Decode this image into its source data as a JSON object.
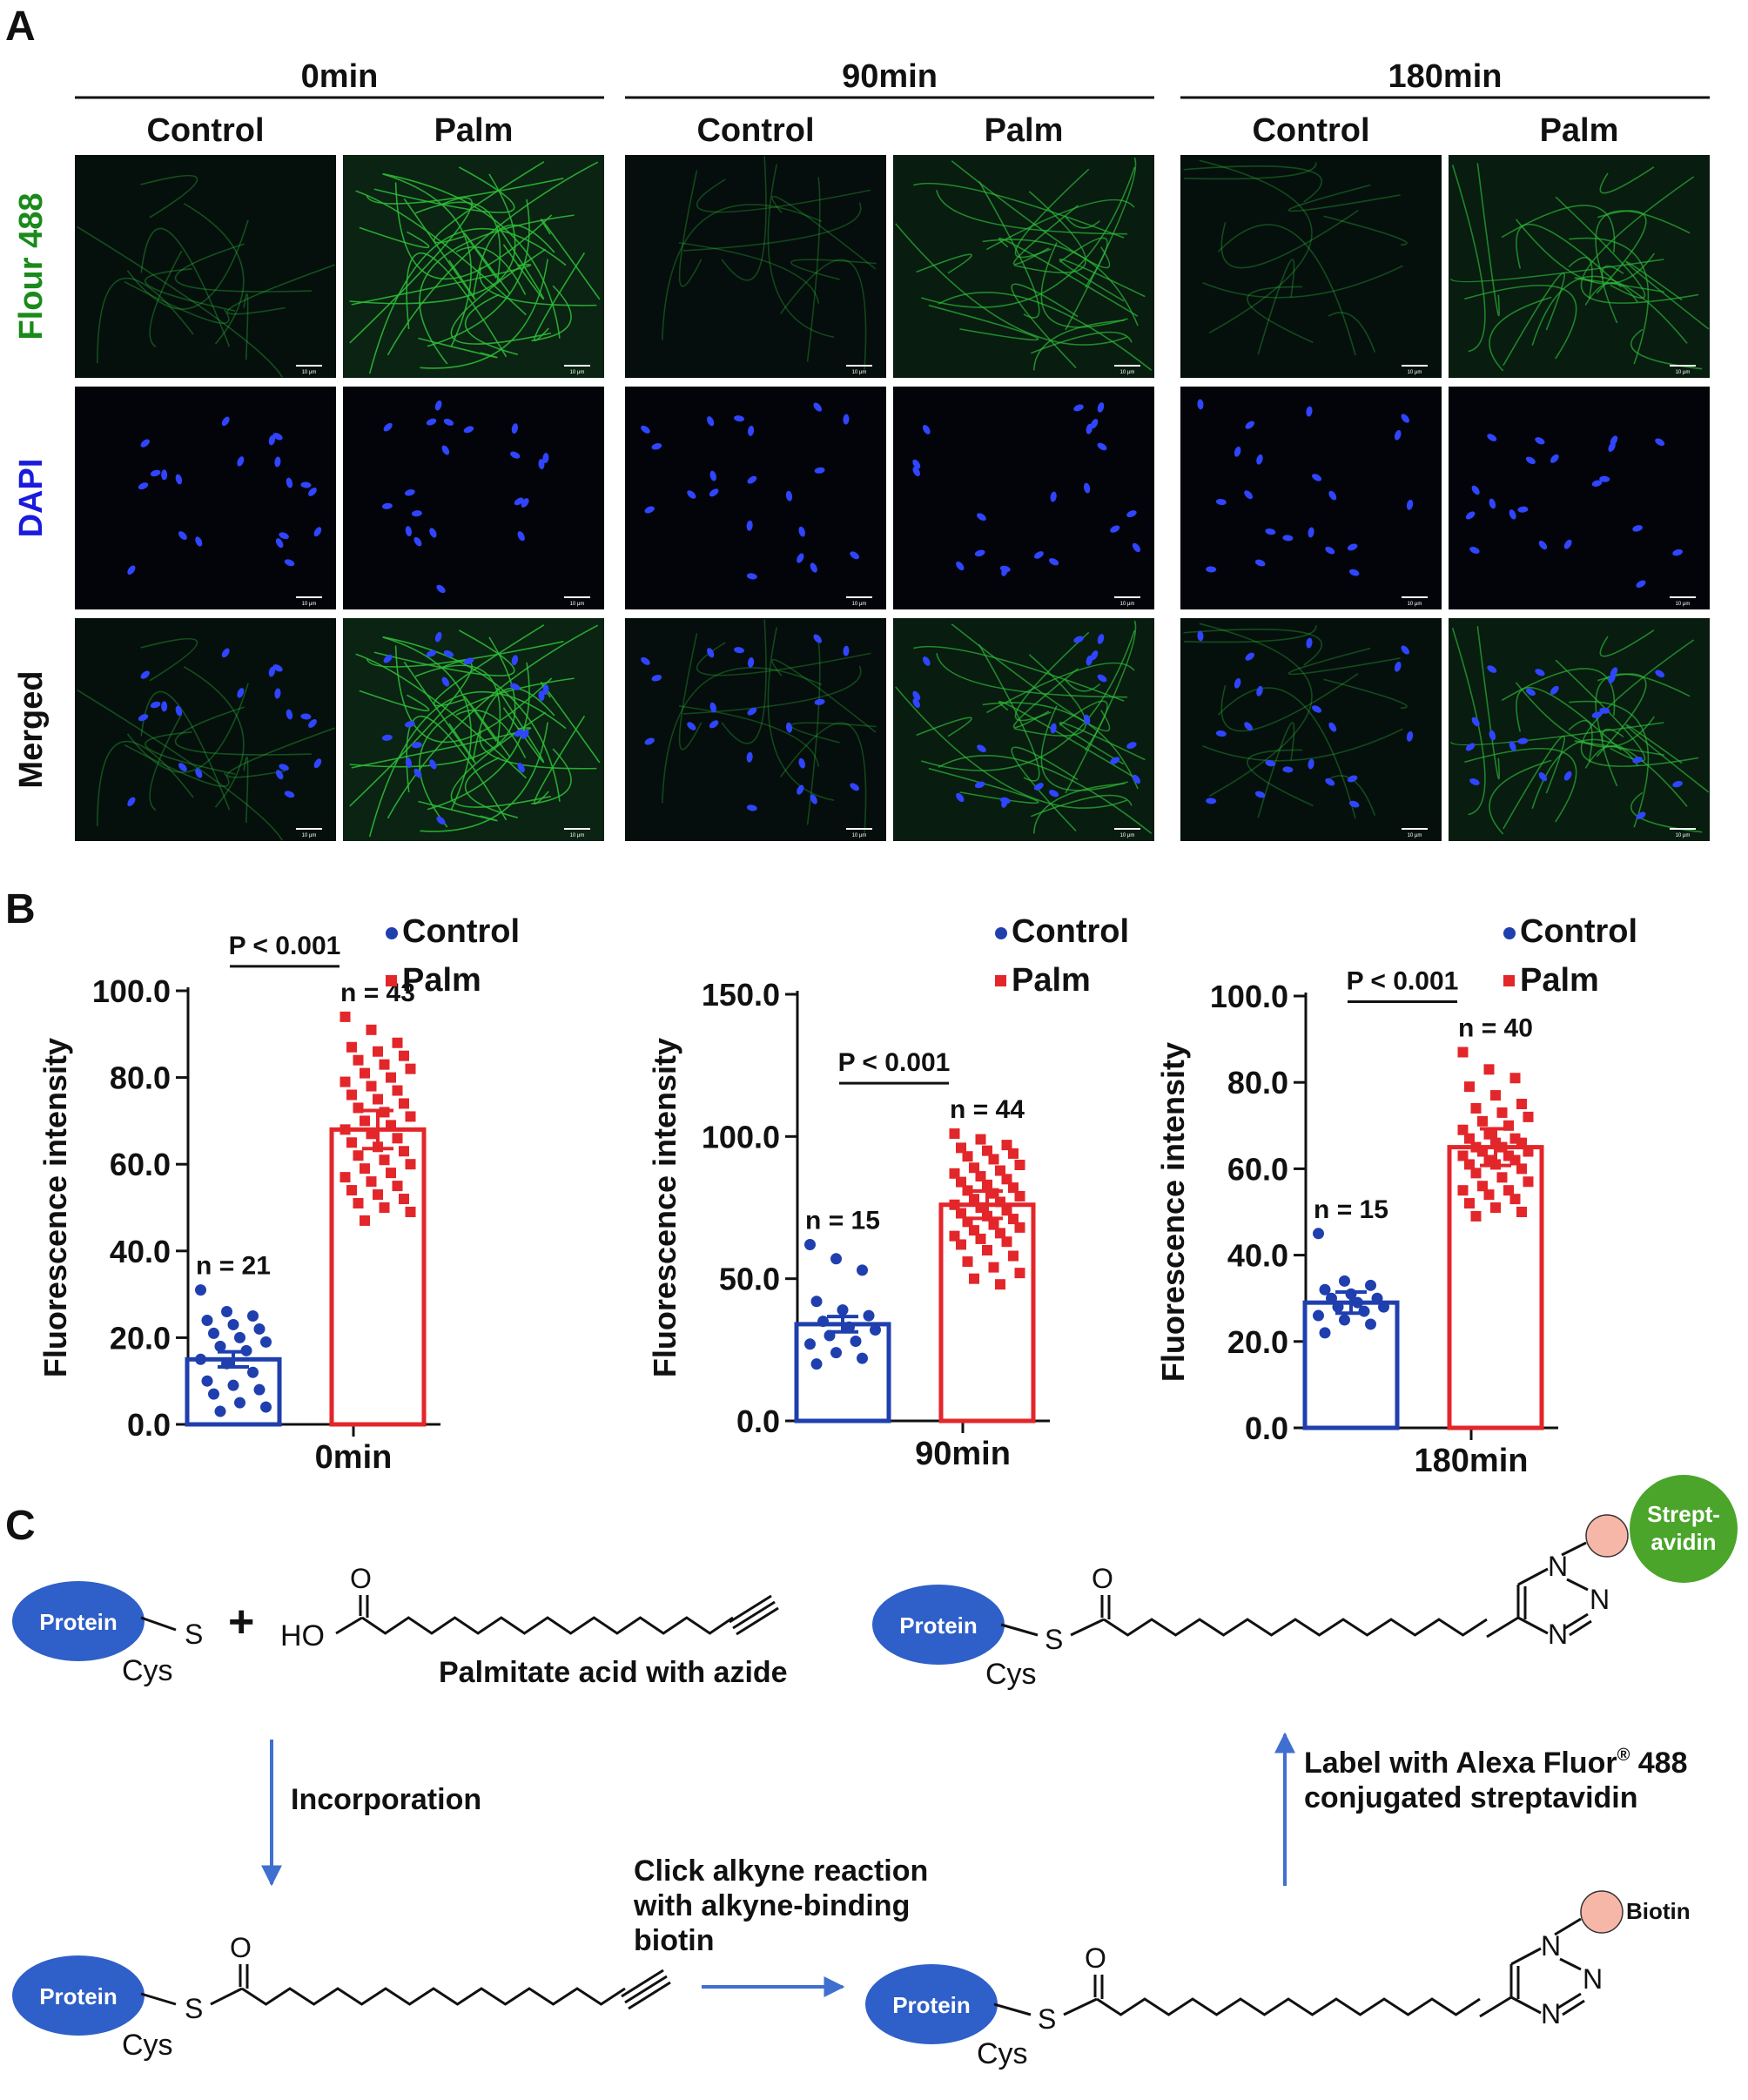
{
  "panels": {
    "A": {
      "letter": "A"
    },
    "B": {
      "letter": "B"
    },
    "C": {
      "letter": "C"
    }
  },
  "panel_a": {
    "time_groups": [
      "0min",
      "90min",
      "180min"
    ],
    "conditions": [
      "Control",
      "Palm"
    ],
    "row_labels": [
      {
        "text": "Flour 488",
        "color": "#1a8a1a"
      },
      {
        "text": "DAPI",
        "color": "#1a1adc"
      },
      {
        "text": "Merged",
        "color": "#111111"
      }
    ],
    "scale_bar_label": "10 μm",
    "colors": {
      "background": "#03040a",
      "green": "#2fbf3a",
      "blue": "#2f45ff"
    },
    "green_intensity": [
      [
        0.18,
        1.0
      ],
      [
        0.12,
        0.7
      ],
      [
        0.15,
        0.65
      ]
    ]
  },
  "panel_b": {
    "charts": [
      {
        "xlabel": "0min",
        "ylabel": "Fluorescence intensity",
        "yticks": [
          "0.0",
          "20.0",
          "40.0",
          "60.0",
          "80.0",
          "100.0"
        ],
        "ymax": 100,
        "control": {
          "n": "n = 21",
          "mean": 15
        },
        "palm": {
          "n": "n = 43",
          "mean": 68
        },
        "pvalue": "P < 0.001",
        "legend": [
          "Control",
          "Palm"
        ]
      },
      {
        "xlabel": "90min",
        "ylabel": "Fluorescence intensity",
        "yticks": [
          "0.0",
          "50.0",
          "100.0",
          "150.0"
        ],
        "ymax": 150,
        "control": {
          "n": "n = 15",
          "mean": 34
        },
        "palm": {
          "n": "n = 44",
          "mean": 76
        },
        "pvalue": "P < 0.001",
        "legend": [
          "Control",
          "Palm"
        ]
      },
      {
        "xlabel": "180min",
        "ylabel": "Fluorescence intensity",
        "yticks": [
          "0.0",
          "20.0",
          "40.0",
          "60.0",
          "80.0",
          "100.0"
        ],
        "ymax": 100,
        "control": {
          "n": "n = 15",
          "mean": 29
        },
        "palm": {
          "n": "n = 40",
          "mean": 65
        },
        "pvalue": "P < 0.001",
        "legend": [
          "Control",
          "Palm"
        ]
      }
    ],
    "colors": {
      "control": "#1f3fae",
      "palm": "#e3262a"
    }
  },
  "chart_data": [
    {
      "type": "bar",
      "categories": [
        "Control",
        "Palm"
      ],
      "xlabel": "0min",
      "ylabel": "Fluorescence intensity",
      "ylim": [
        0,
        100
      ],
      "series": [
        {
          "name": "Control",
          "values": [
            15
          ],
          "n": 21
        },
        {
          "name": "Palm",
          "values": [
            68
          ],
          "n": 43
        }
      ],
      "points": {
        "Control": [
          31,
          26,
          25,
          24,
          23,
          22,
          21,
          20,
          19,
          18,
          17,
          15,
          14,
          12,
          10,
          9,
          8,
          7,
          5,
          4,
          3
        ],
        "Palm": [
          94,
          91,
          88,
          87,
          86,
          85,
          84,
          83,
          82,
          81,
          80,
          79,
          78,
          77,
          76,
          75,
          74,
          73,
          72,
          71,
          70,
          69,
          68,
          67,
          66,
          65,
          64,
          63,
          62,
          61,
          60,
          59,
          58,
          57,
          56,
          55,
          54,
          53,
          52,
          51,
          50,
          49,
          47
        ]
      },
      "annotations": [
        "P < 0.001",
        "n = 21",
        "n = 43"
      ]
    },
    {
      "type": "bar",
      "categories": [
        "Control",
        "Palm"
      ],
      "xlabel": "90min",
      "ylabel": "Fluorescence intensity",
      "ylim": [
        0,
        150
      ],
      "series": [
        {
          "name": "Control",
          "values": [
            34
          ],
          "n": 15
        },
        {
          "name": "Palm",
          "values": [
            76
          ],
          "n": 44
        }
      ],
      "points": {
        "Control": [
          62,
          57,
          53,
          42,
          39,
          37,
          35,
          33,
          32,
          30,
          28,
          27,
          24,
          22,
          20
        ],
        "Palm": [
          101,
          99,
          97,
          96,
          95,
          94,
          93,
          92,
          90,
          89,
          88,
          87,
          86,
          85,
          84,
          83,
          82,
          81,
          80,
          79,
          78,
          77,
          76,
          75,
          74,
          73,
          72,
          71,
          70,
          69,
          68,
          67,
          66,
          65,
          64,
          63,
          62,
          60,
          58,
          56,
          54,
          52,
          50,
          48
        ]
      },
      "annotations": [
        "P < 0.001",
        "n = 15",
        "n = 44"
      ]
    },
    {
      "type": "bar",
      "categories": [
        "Control",
        "Palm"
      ],
      "xlabel": "180min",
      "ylabel": "Fluorescence intensity",
      "ylim": [
        0,
        100
      ],
      "series": [
        {
          "name": "Control",
          "values": [
            29
          ],
          "n": 15
        },
        {
          "name": "Palm",
          "values": [
            65
          ],
          "n": 40
        }
      ],
      "points": {
        "Control": [
          45,
          34,
          33,
          32,
          31,
          30,
          30,
          29,
          28,
          28,
          27,
          26,
          25,
          24,
          22
        ],
        "Palm": [
          87,
          83,
          81,
          79,
          77,
          75,
          74,
          73,
          72,
          71,
          70,
          69,
          68,
          67,
          67,
          66,
          66,
          65,
          65,
          64,
          64,
          63,
          63,
          62,
          62,
          61,
          61,
          60,
          59,
          58,
          57,
          56,
          55,
          55,
          54,
          53,
          52,
          51,
          50,
          49
        ]
      },
      "annotations": [
        "P < 0.001",
        "n = 15",
        "n = 40"
      ]
    }
  ],
  "panel_c": {
    "protein": "Protein",
    "cys": "Cys",
    "s": "S",
    "o": "O",
    "ho": "HO",
    "plus": "+",
    "n": "N",
    "palmitate_label": "Palmitate acid with azide",
    "step1_label": "Incorporation",
    "step2_label": [
      "Click alkyne reaction",
      "with alkyne-binding",
      "biotin"
    ],
    "step3_label": [
      "Label with  Alexa Fluor",
      "®",
      " 488",
      "conjugated streptavidin"
    ],
    "biotin": "Biotin",
    "streptavidin": [
      "Strept-",
      "avidin"
    ],
    "colors": {
      "protein": "#2f5fc8",
      "arrow": "#3f6fd0",
      "biotin": "#f7b7a8",
      "streptavidin": "#4aa52a"
    }
  }
}
